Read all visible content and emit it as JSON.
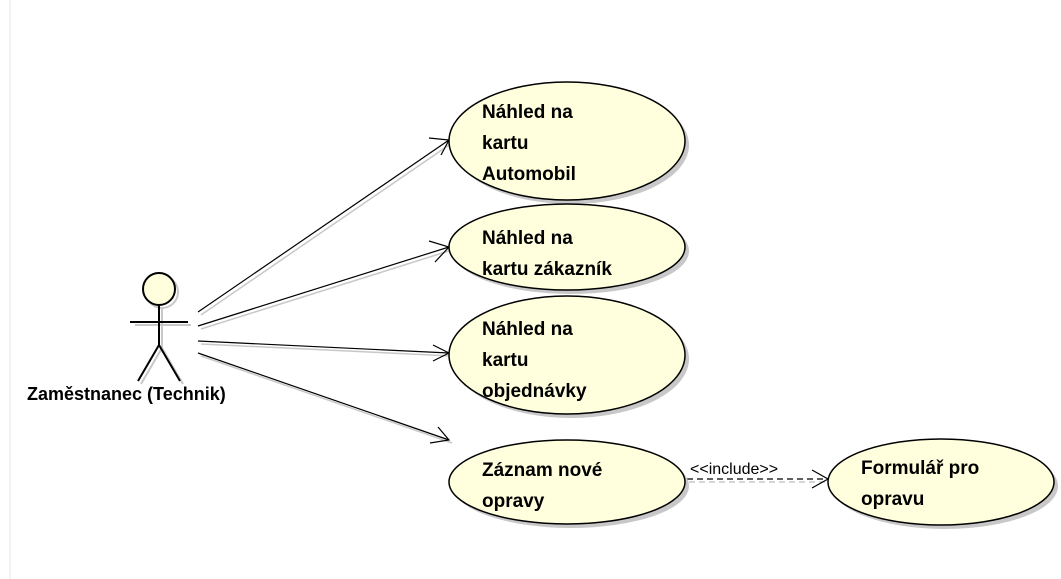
{
  "actor": {
    "name": "Zaměstnanec (Technik)"
  },
  "use_cases": [
    {
      "id": "uc1",
      "lines": [
        "Náhled na",
        "kartu",
        "Automobil"
      ]
    },
    {
      "id": "uc2",
      "lines": [
        "Náhled na",
        "kartu zákazník"
      ]
    },
    {
      "id": "uc3",
      "lines": [
        "Náhled na",
        "kartu",
        "objednávky"
      ]
    },
    {
      "id": "uc4",
      "lines": [
        "Záznam nové",
        "opravy"
      ]
    },
    {
      "id": "uc5",
      "lines": [
        "Formulář pro",
        "opravu"
      ]
    }
  ],
  "relations": {
    "include_label": "<<include>>"
  },
  "colors": {
    "use_case_fill": "#FFFFDD",
    "actor_head_fill": "#FFFFDD",
    "stroke": "#000000",
    "shadow": "#C8C8C8"
  }
}
